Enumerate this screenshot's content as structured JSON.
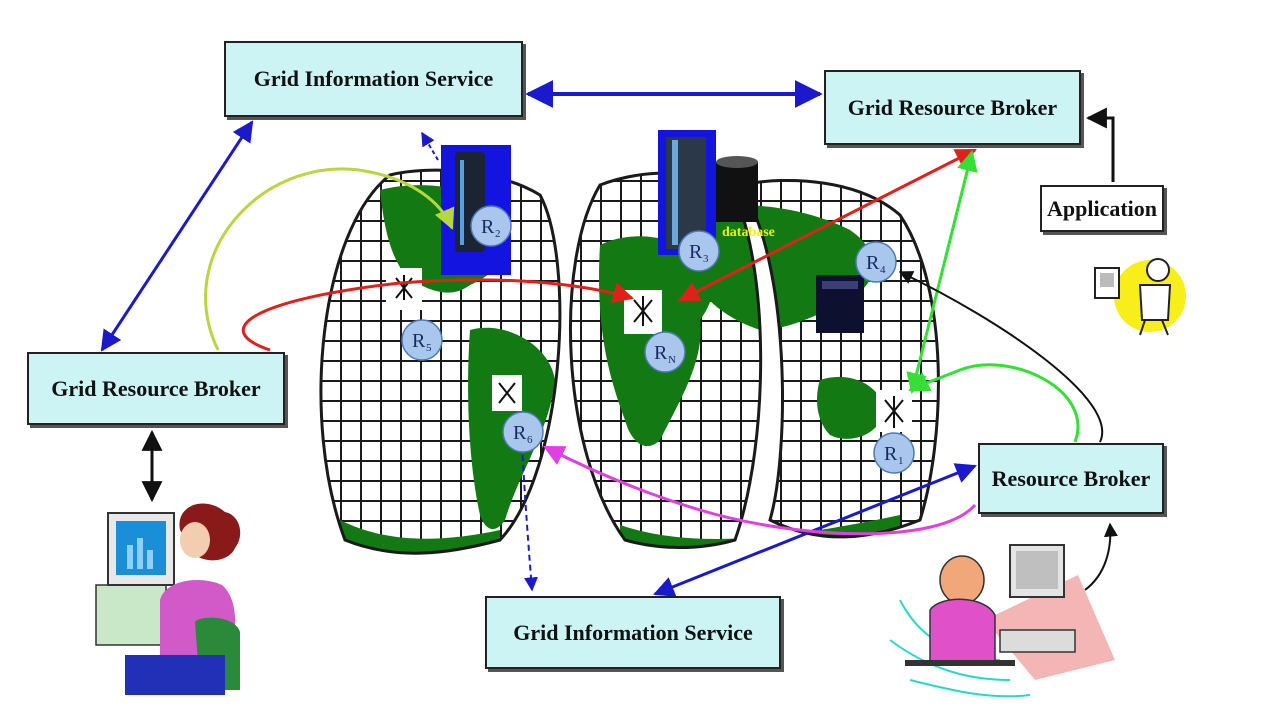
{
  "boxes": {
    "gis_top": "Grid Information Service",
    "grb_top_right": "Grid Resource Broker",
    "application": "Application",
    "grb_left": "Grid Resource Broker",
    "resource_broker": "Resource Broker",
    "gis_bottom": "Grid Information Service"
  },
  "resources": [
    {
      "letter": "R",
      "sub": "2"
    },
    {
      "letter": "R",
      "sub": "3"
    },
    {
      "letter": "R",
      "sub": "4"
    },
    {
      "letter": "R",
      "sub": "5"
    },
    {
      "letter": "R",
      "sub": "N"
    },
    {
      "letter": "R",
      "sub": "6"
    },
    {
      "letter": "R",
      "sub": "1"
    }
  ],
  "database_label": "database",
  "colors": {
    "box_fill": "#ccf4f4",
    "ocean_grid": "#1a1a1a",
    "land": "#137a13",
    "resource_node": "#a9c7ec",
    "arrow_blue": "#1a1acc",
    "arrow_red": "#e0201a",
    "arrow_green": "#33e033",
    "arrow_lime": "#b8d640",
    "arrow_magenta": "#e040e0",
    "arrow_black": "#111111"
  }
}
